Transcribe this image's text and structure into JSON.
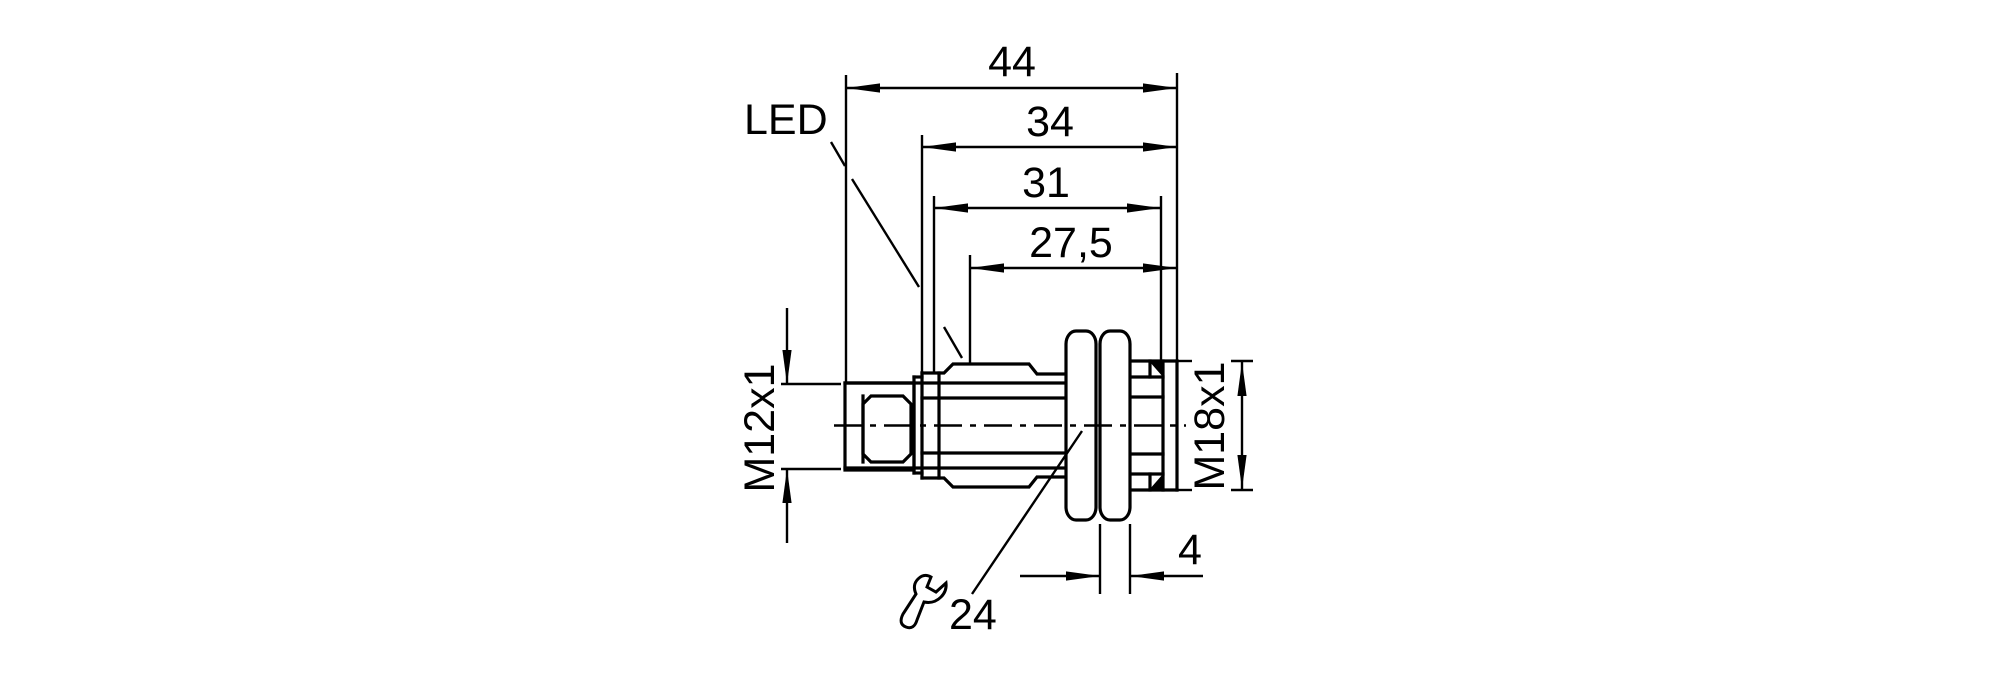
{
  "page": {
    "background": "#ffffff",
    "line_color": "#000000"
  },
  "drawing": {
    "type": "technical-dimension-drawing",
    "subject": "cylindrical-sensor-side-view",
    "labels": {
      "led": "LED",
      "thread_connector": "M12x1",
      "thread_housing": "M18x1",
      "wrench_size": "24"
    },
    "dimensions": {
      "overall_length": "44",
      "housing_length": "34",
      "shaft_length": "31",
      "thread_length": "27,5",
      "nut_thickness": "4"
    }
  }
}
